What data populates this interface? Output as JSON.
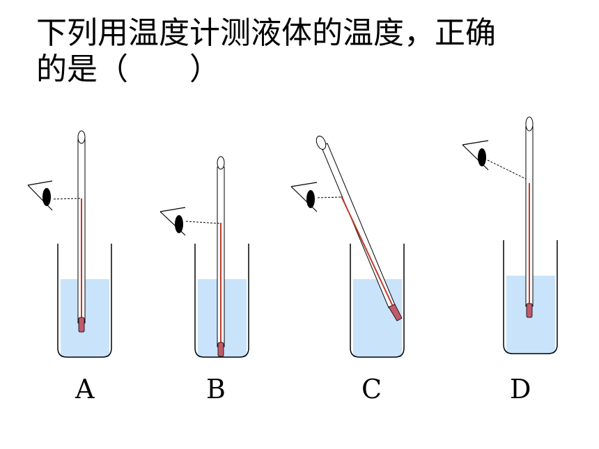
{
  "question": {
    "line1": "下列用温度计测液体的温度，正确",
    "line2": "的是（　　）"
  },
  "options": [
    {
      "label": "A"
    },
    {
      "label": "B"
    },
    {
      "label": "C"
    },
    {
      "label": "D"
    }
  ],
  "colors": {
    "liquid": "#c9e3fa",
    "mercury": "#c0392b",
    "bulb": "#c05a6a",
    "outline": "#000000"
  }
}
